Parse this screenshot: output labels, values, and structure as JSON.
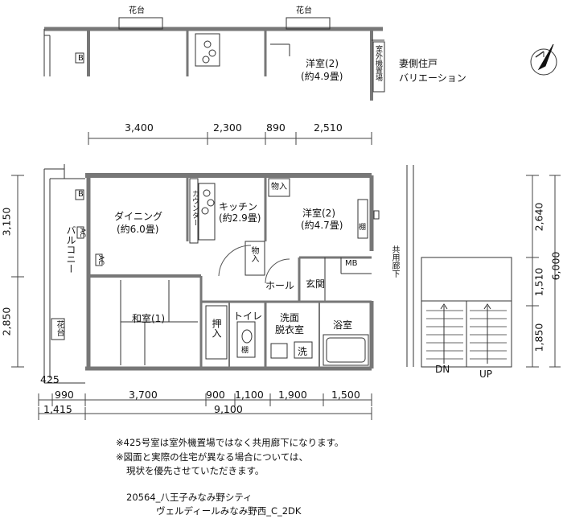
{
  "top_variation": {
    "flower_bed_left": "花台",
    "flower_bed_right": "花台",
    "room_name": "洋室(2)",
    "room_area": "(約4.9畳)",
    "outdoor_unit": "室外機置場",
    "caption_line1": "妻側住戸",
    "caption_line2": "バリエーション",
    "b_mark": "B"
  },
  "top_dimensions": [
    "3,400",
    "2,300",
    "890",
    "2,510"
  ],
  "left_dimensions": [
    "3,150",
    "2,850"
  ],
  "right_dimensions": [
    "2,640",
    "1,510",
    "1,850"
  ],
  "right_total": "6,000",
  "bottom_dimensions_row1": [
    "990",
    "3,700",
    "900",
    "1,100",
    "1,900",
    "1,500"
  ],
  "bottom_dimensions_row2": [
    "1,415",
    "9,100"
  ],
  "small_dim": "425",
  "rooms": {
    "dining_name": "ダイニング",
    "dining_area": "(約6.0畳)",
    "kitchen_name": "キッチン",
    "kitchen_area": "(約2.9畳)",
    "western_name": "洋室(2)",
    "western_area": "(約4.7畳)",
    "japanese_name": "和室(1)",
    "hall": "ホール",
    "entrance": "玄関",
    "toilet": "トイレ",
    "bath": "浴室",
    "washroom_line1": "洗面",
    "washroom_line2": "脱衣室",
    "wash_mark": "洗",
    "storage_top": "物入",
    "storage_mid": "物入",
    "oshiire": "押入",
    "balcony": "バルコニー",
    "counter": "カウンター",
    "shelf_right": "棚",
    "shelf_toilet": "棚",
    "mb": "MB",
    "ac1": "AC",
    "ac2": "AC",
    "b_mark": "B",
    "flower_bed_side": "花台",
    "corridor": "共用廊下"
  },
  "stairs": {
    "dn": "DN",
    "up": "UP"
  },
  "notes": [
    "※425号室は室外機置場ではなく共用廊下になります。",
    "※図面と実際の住宅が異なる場合については、",
    "現状を優先させていただきます。"
  ],
  "footer_line1": "20564_八王子みなみ野シティ",
  "footer_line2": "ヴェルディールみなみ野西_C_2DK"
}
